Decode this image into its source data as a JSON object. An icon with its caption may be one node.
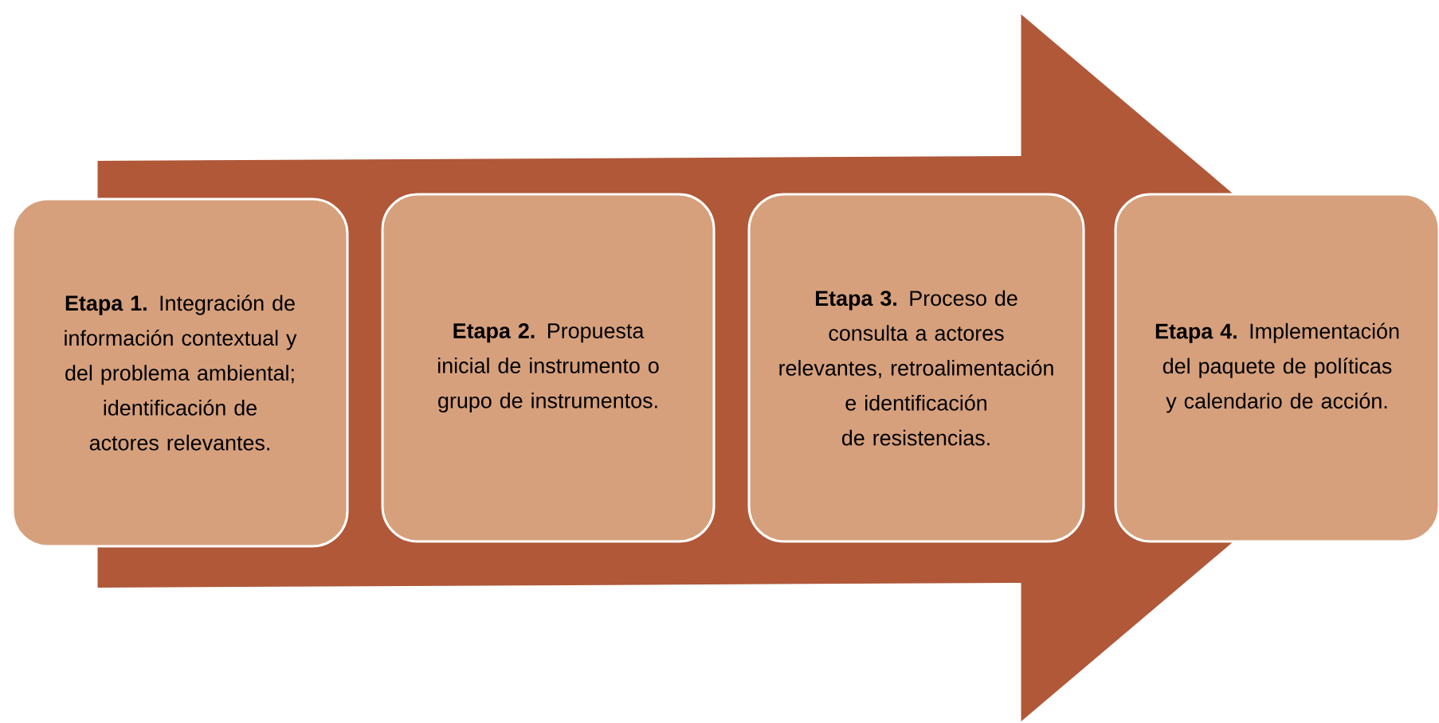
{
  "diagram": {
    "nodes": [
      {
        "text": [
          "**Etapa 1.** Integración de información contextual y del problema ambiental; identificación de actores relevantes."
        ]
      },
      {
        "text": [
          "**Etapa 2.** Propuesta inicial de instrumento o grupo de instrumentos."
        ]
      },
      {
        "text": [
          "**Etapa 3.** Proceso de consulta a actores relevantes, retroalimentación e identificación de resistencias."
        ]
      },
      {
        "text": [
          "**Etapa 4.** Implementación del paquete de políticas y calendario de acción."
        ]
      }
    ],
    "edges": [
      {
        "from": 0,
        "to": 3,
        "arrow": "to"
      }
    ]
  }
}
